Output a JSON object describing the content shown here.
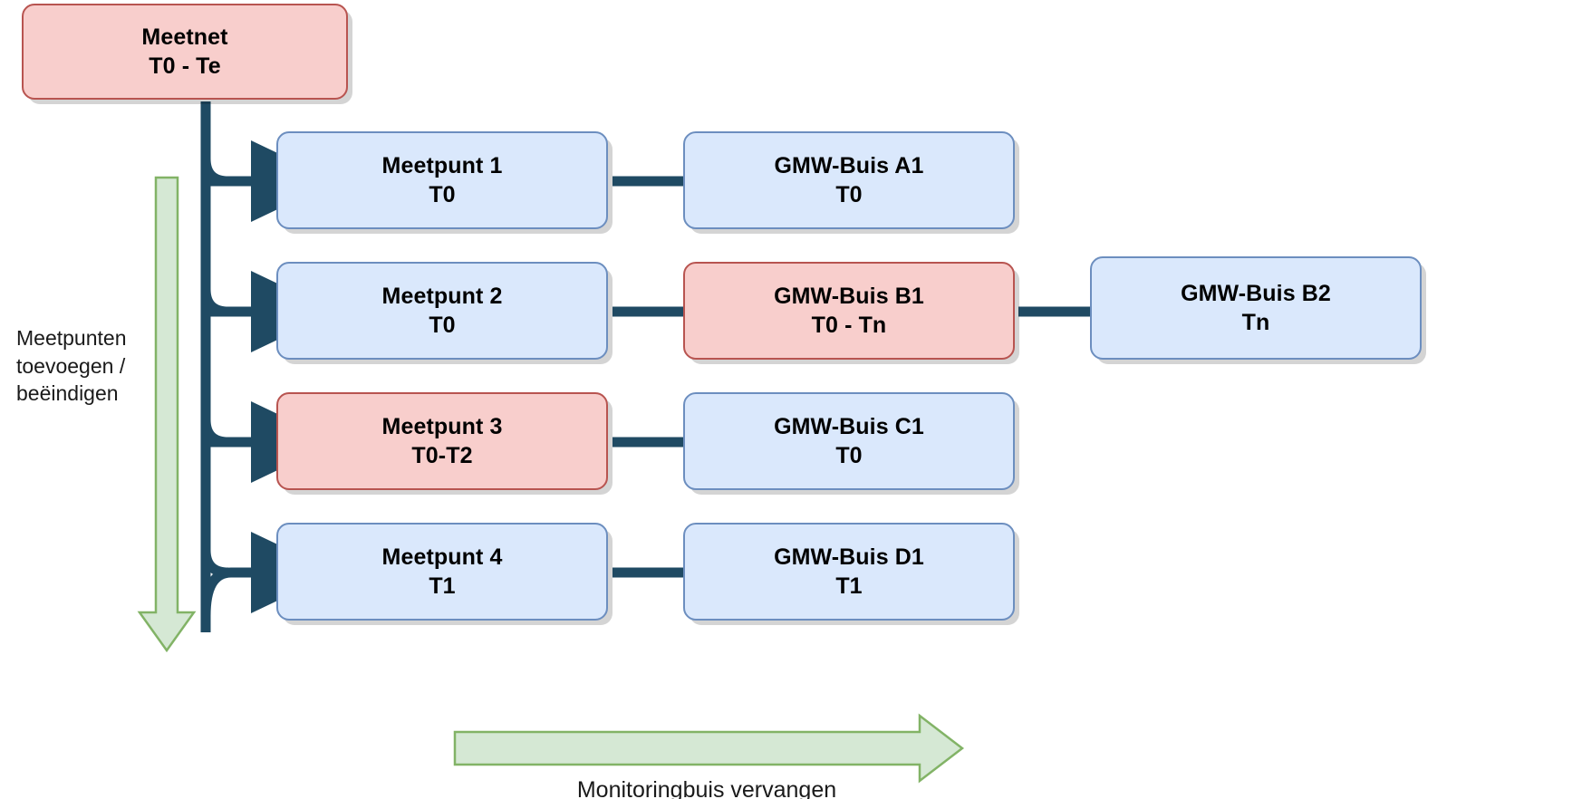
{
  "diagram": {
    "title": "Meetnet levenscyclus diagram",
    "colors": {
      "blue_fill": "#dae8fc",
      "blue_stroke": "#6c8ebf",
      "red_fill": "#f8cecc",
      "red_stroke": "#b85450",
      "connector": "#1f4a63",
      "green_fill": "#d5e8d4",
      "green_stroke": "#82b366",
      "text": "#000000"
    }
  },
  "nodes": {
    "meetnet": {
      "line1": "Meetnet",
      "line2": "T0 - Te",
      "style": "red"
    },
    "meetpunt1": {
      "line1": "Meetpunt 1",
      "line2": "T0",
      "style": "blue"
    },
    "meetpunt2": {
      "line1": "Meetpunt 2",
      "line2": "T0",
      "style": "blue"
    },
    "meetpunt3": {
      "line1": "Meetpunt 3",
      "line2": "T0-T2",
      "style": "red"
    },
    "meetpunt4": {
      "line1": "Meetpunt 4",
      "line2": "T1",
      "style": "blue"
    },
    "buis_a1": {
      "line1": "GMW-Buis A1",
      "line2": "T0",
      "style": "blue"
    },
    "buis_b1": {
      "line1": "GMW-Buis B1",
      "line2": "T0 - Tn",
      "style": "red"
    },
    "buis_b2": {
      "line1": "GMW-Buis B2",
      "line2": "Tn",
      "style": "blue"
    },
    "buis_c1": {
      "line1": "GMW-Buis C1",
      "line2": "T0",
      "style": "blue"
    },
    "buis_d1": {
      "line1": "GMW-Buis D1",
      "line2": "T1",
      "style": "blue"
    }
  },
  "annotations": {
    "vertical_arrow_label": "Meetpunten\ntoevoegen /\nbeëindigen",
    "horizontal_arrow_label": "Monitoringbuis vervangen"
  }
}
